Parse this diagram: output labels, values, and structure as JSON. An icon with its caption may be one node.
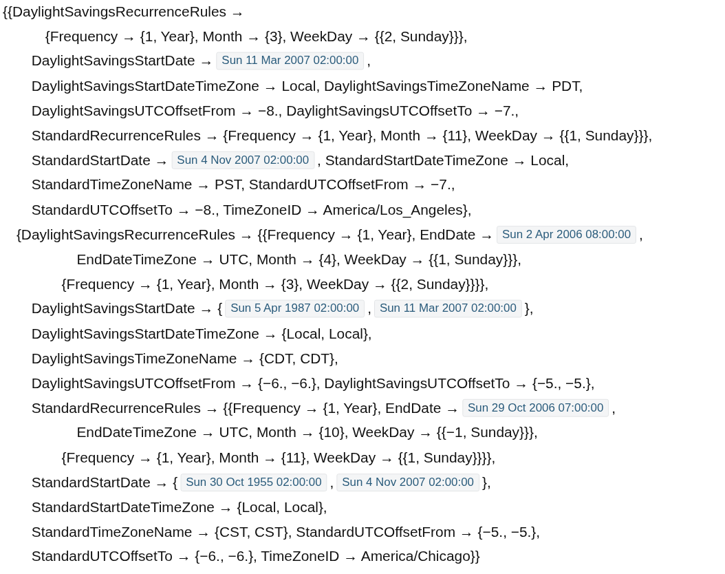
{
  "diagram": {
    "nodes": [
      {
        "text": [
          "Sun 11 Mar 2007 02:00:00"
        ]
      },
      {
        "text": [
          "Sun 4 Nov 2007 02:00:00"
        ]
      },
      {
        "text": [
          "Sun 2 Apr 2006 08:00:00"
        ]
      },
      {
        "text": [
          "Sun 5 Apr 1987 02:00:00"
        ]
      },
      {
        "text": [
          "Sun 11 Mar 2007 02:00:00"
        ]
      },
      {
        "text": [
          "Sun 29 Oct 2006 07:00:00"
        ]
      },
      {
        "text": [
          "Sun 30 Oct 1955 02:00:00"
        ]
      },
      {
        "text": [
          "Sun 4 Nov 2007 02:00:00"
        ]
      }
    ],
    "labels": [
      "{{DaylightSavingsRecurrenceRules →",
      "{Frequency → {1, Year}, Month → {3}, WeekDay → {{2, Sunday}}},",
      "DaylightSavingsStartDate →",
      ",",
      "DaylightSavingsStartDateTimeZone → Local, DaylightSavingsTimeZoneName → PDT,",
      "DaylightSavingsUTCOffsetFrom → −8., DaylightSavingsUTCOffsetTo → −7.,",
      "StandardRecurrenceRules → {Frequency → {1, Year}, Month → {11}, WeekDay → {{1, Sunday}}},",
      "StandardStartDate →",
      ", StandardStartDateTimeZone → Local,",
      "StandardTimeZoneName → PST, StandardUTCOffsetFrom → −7.,",
      "StandardUTCOffsetTo → −8., TimeZoneID → America/Los_Angeles},",
      "{DaylightSavingsRecurrenceRules → {{Frequency → {1, Year}, EndDate →",
      ",",
      "EndDateTimeZone → UTC, Month → {4}, WeekDay → {{1, Sunday}}},",
      "{Frequency → {1, Year}, Month → {3}, WeekDay → {{2, Sunday}}}},",
      "DaylightSavingsStartDate → {",
      ",",
      "},",
      "DaylightSavingsStartDateTimeZone → {Local, Local},",
      "DaylightSavingsTimeZoneName → {CDT, CDT},",
      "DaylightSavingsUTCOffsetFrom → {−6., −6.}, DaylightSavingsUTCOffsetTo → {−5., −5.},",
      "StandardRecurrenceRules → {{Frequency → {1, Year}, EndDate →",
      ",",
      "EndDateTimeZone → UTC, Month → {10}, WeekDay → {{−1, Sunday}}},",
      "{Frequency → {1, Year}, Month → {11}, WeekDay → {{1, Sunday}}}},",
      "StandardStartDate → {",
      ",",
      "},",
      "StandardStartDateTimeZone → {Local, Local},",
      "StandardTimeZoneName → {CST, CST}, StandardUTCOffsetFrom → {−5., −5.},",
      "StandardUTCOffsetTo → {−6., −6.}, TimeZoneID → America/Chicago}}"
    ]
  }
}
